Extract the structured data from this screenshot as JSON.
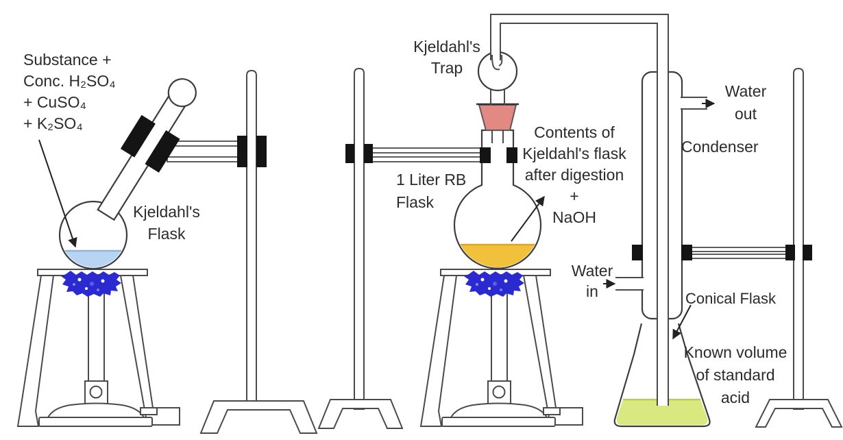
{
  "diagram": {
    "name": "Kjeldahl method apparatus",
    "colors": {
      "flame": "#2a2ad0",
      "digestion_liquid": "#b7d5f2",
      "digested_liquid": "#f2c13b",
      "standard_acid_liquid": "#d9e97f",
      "stopper": "#e28984",
      "glass_outline": "#3c3c3c",
      "clamp_black": "#141414",
      "text": "#2b2b2b"
    },
    "labels": {
      "digestion_mixture": {
        "lines": [
          "Substance +",
          "Conc. H₂SO₄",
          "+ CuSO₄",
          "+ K₂SO₄"
        ]
      },
      "kjeldahl_flask": {
        "lines": [
          "Kjeldahl's",
          "Flask"
        ]
      },
      "kjeldahl_trap": {
        "lines": [
          "Kjeldahl's",
          "Trap"
        ]
      },
      "rb_flask": {
        "lines": [
          "1 Liter RB",
          "Flask"
        ]
      },
      "flask_contents": {
        "lines": [
          "Contents of",
          "Kjeldahl's flask",
          "after digestion",
          "+",
          "NaOH"
        ]
      },
      "water_out": {
        "lines": [
          "Water",
          "out"
        ]
      },
      "condenser": {
        "text": "Condenser"
      },
      "water_in": {
        "lines": [
          "Water",
          "in"
        ]
      },
      "conical_flask": {
        "text": "Conical Flask"
      },
      "standard_acid": {
        "lines": [
          "Known volume",
          "of standard",
          "acid"
        ]
      }
    }
  }
}
